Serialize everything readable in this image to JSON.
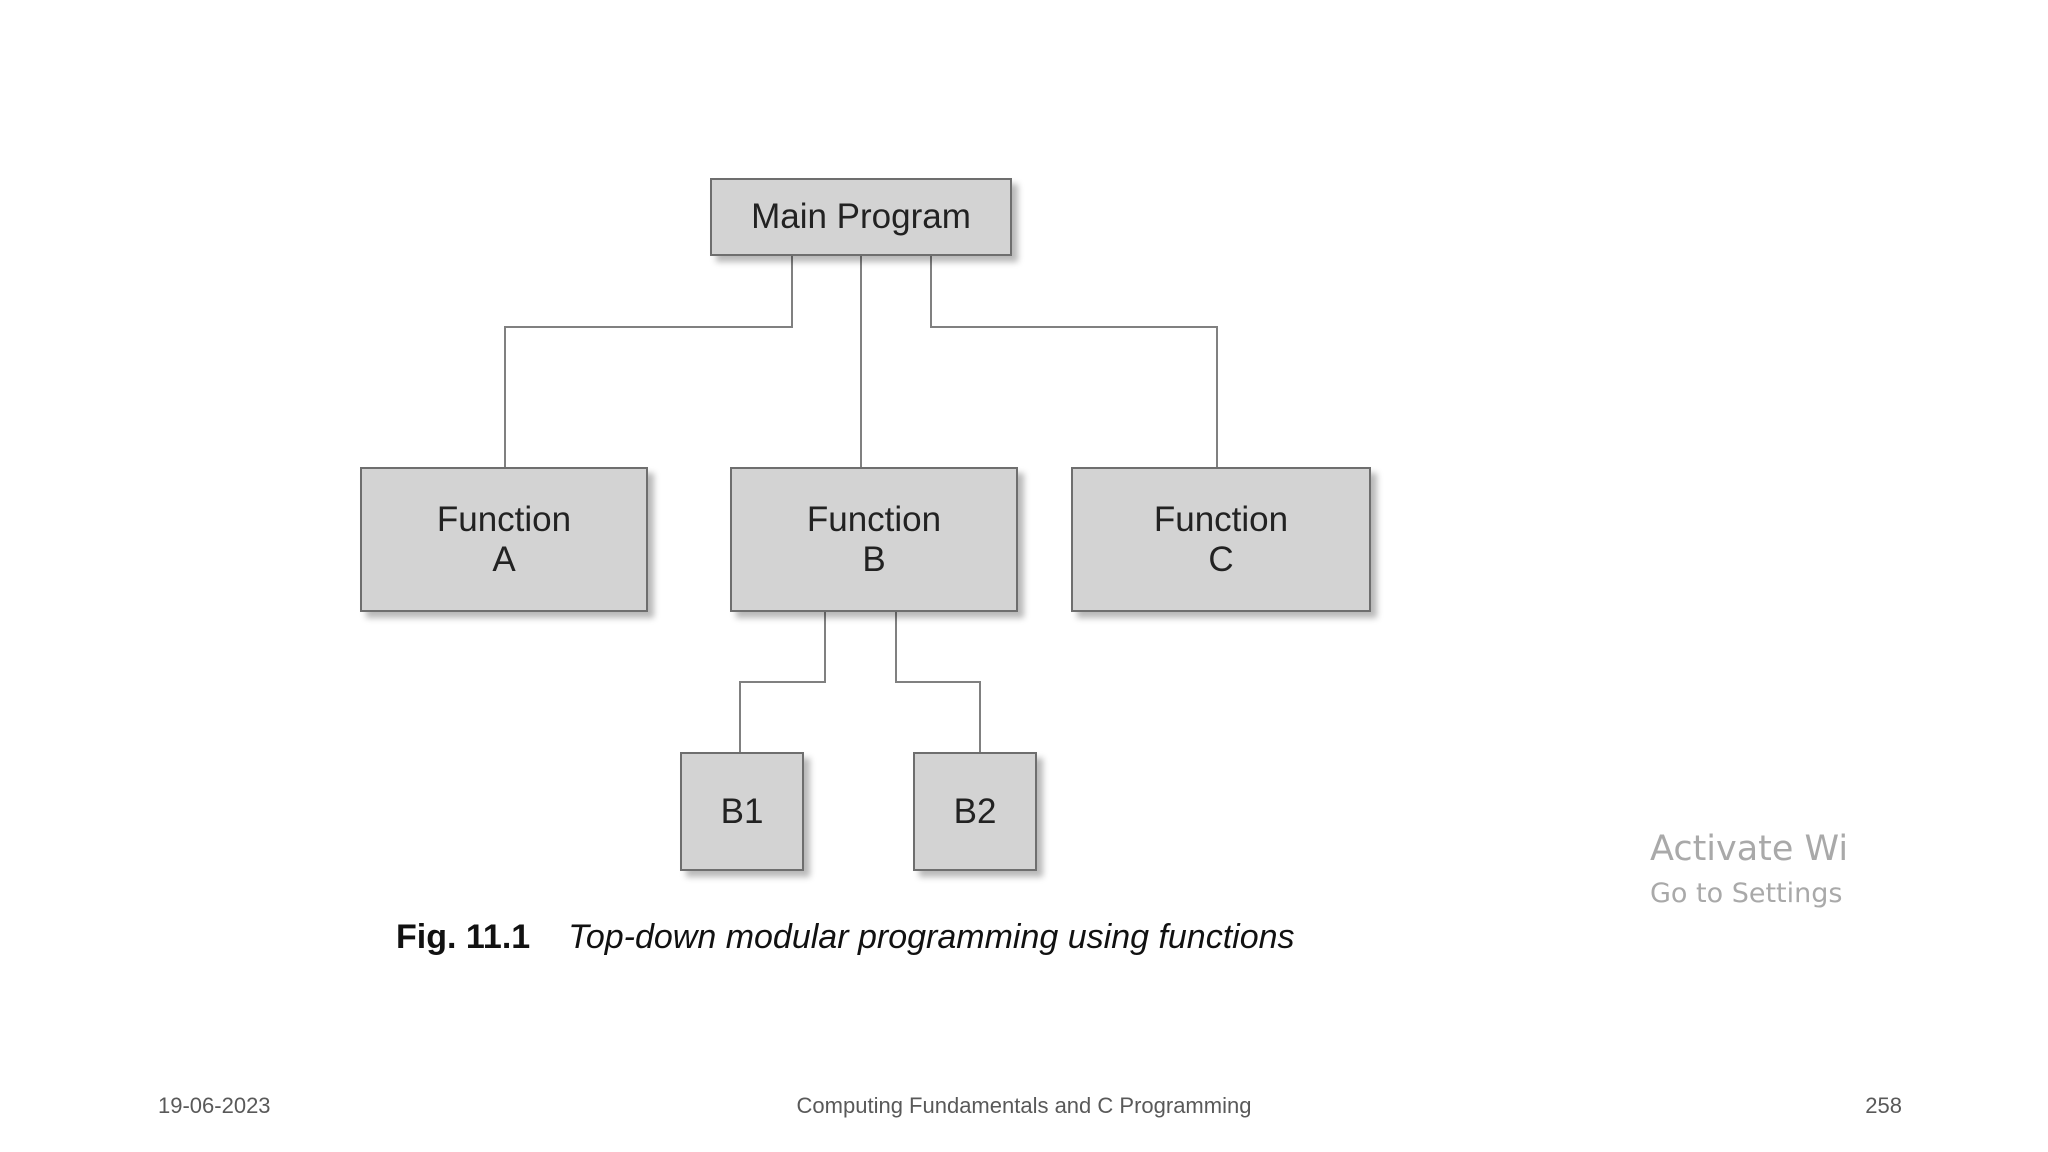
{
  "diagram": {
    "nodes": {
      "main": {
        "line1": "Main Program"
      },
      "a": {
        "line1": "Function",
        "line2": "A"
      },
      "b": {
        "line1": "Function",
        "line2": "B"
      },
      "c": {
        "line1": "Function",
        "line2": "C"
      },
      "b1": {
        "line1": "B1"
      },
      "b2": {
        "line1": "B2"
      }
    },
    "edges": [
      {
        "from": "main",
        "to": "a"
      },
      {
        "from": "main",
        "to": "b"
      },
      {
        "from": "main",
        "to": "c"
      },
      {
        "from": "b",
        "to": "b1"
      },
      {
        "from": "b",
        "to": "b2"
      }
    ],
    "caption": {
      "number": "Fig. 11.1",
      "text": "Top-down modular programming using functions"
    }
  },
  "watermark": {
    "title": "Activate Wi",
    "subtitle": "Go to Settings t"
  },
  "footer": {
    "date": "19-06-2023",
    "title": "Computing Fundamentals and C Programming",
    "page": "258"
  },
  "colors": {
    "node_fill": "#d3d3d3",
    "node_border": "#6e6e6e",
    "connector": "#808080",
    "watermark": "#a9a9a9",
    "footer_text": "#595959"
  }
}
